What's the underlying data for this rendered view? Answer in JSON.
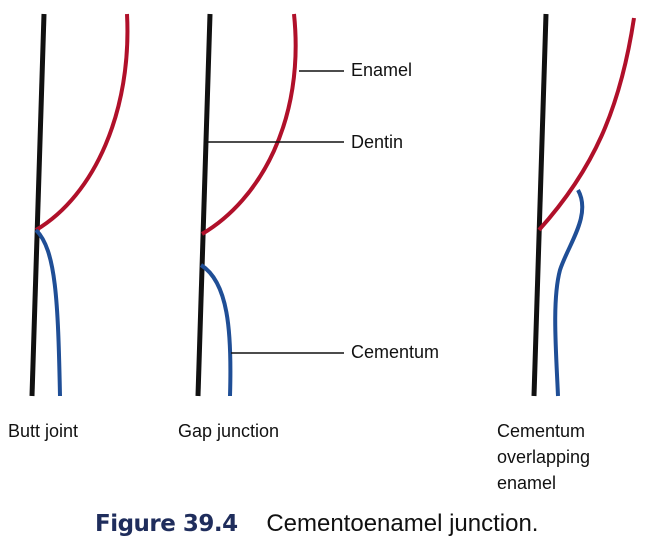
{
  "diagram": {
    "labels": {
      "enamel": "Enamel",
      "dentin": "Dentin",
      "cementum": "Cementum"
    },
    "panels": [
      {
        "lines": [
          "Butt joint"
        ]
      },
      {
        "lines": [
          "Gap junction"
        ]
      },
      {
        "lines": [
          "Cementum",
          "overlapping",
          "enamel"
        ]
      }
    ],
    "colors": {
      "dentin": "#111111",
      "enamel": "#b0102a",
      "cementum": "#1f4e96",
      "leader": "#111111",
      "caption_number": "#1f2d5c"
    }
  },
  "caption": {
    "number": "Figure 39.4",
    "text": "Cementoenamel junction."
  }
}
